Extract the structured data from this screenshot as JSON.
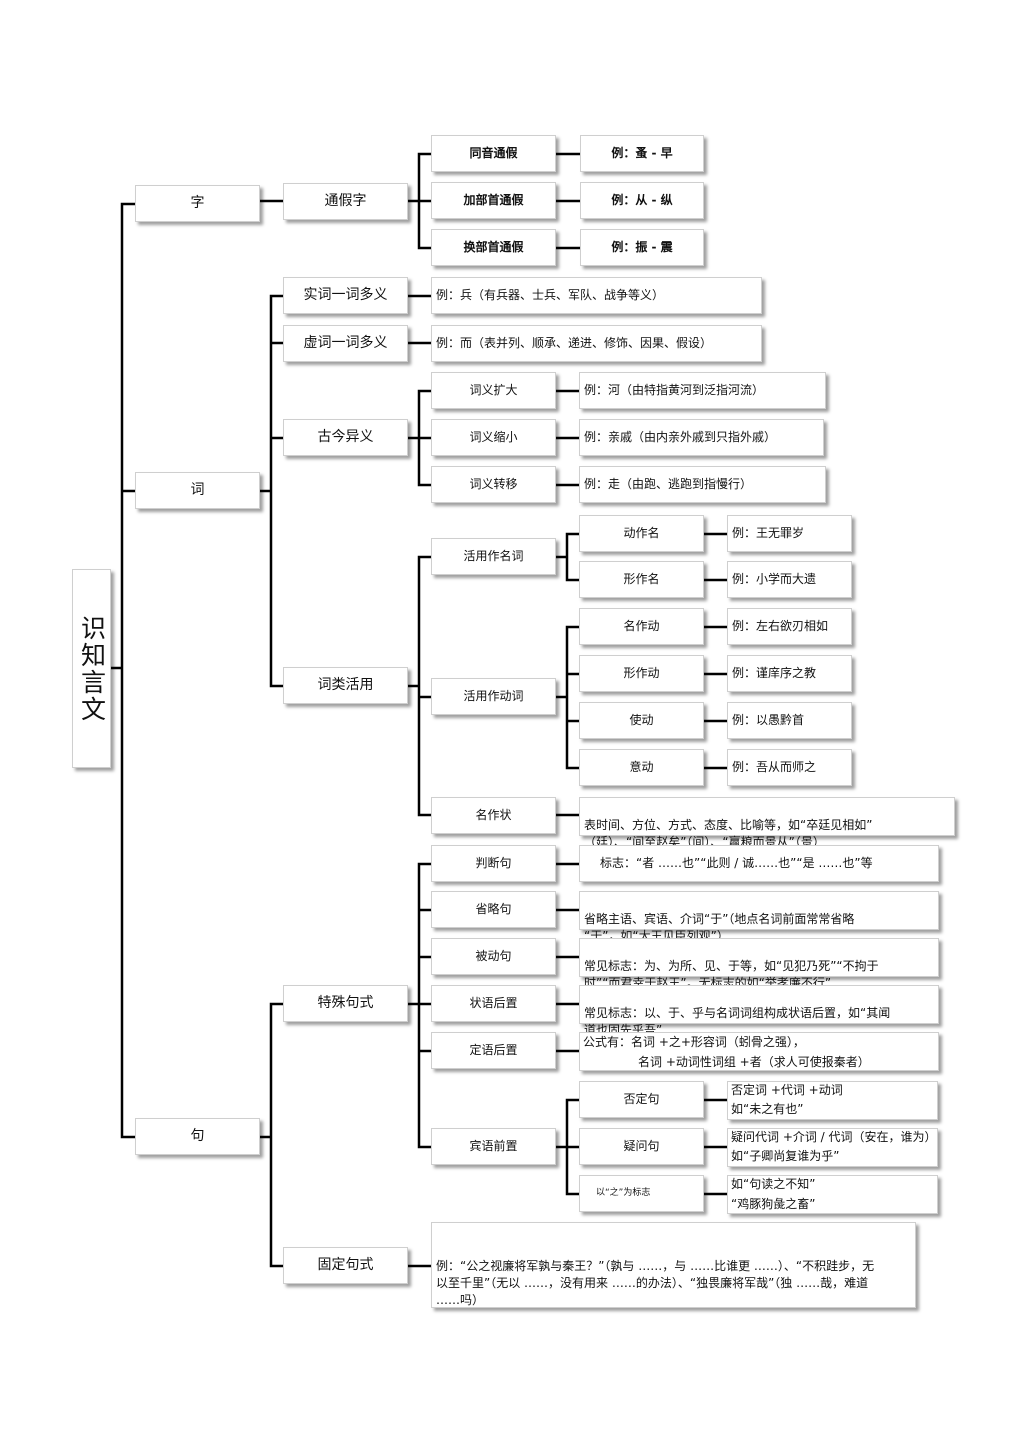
{
  "root": {
    "label": "识知言文"
  },
  "zi": {
    "label": "字",
    "tongjia": {
      "label": "通假字",
      "items": [
        {
          "label": "同音通假",
          "example": "例：蚤 - 早"
        },
        {
          "label": "加部首通假",
          "example": "例：从 - 纵"
        },
        {
          "label": "换部首通假",
          "example": "例：振 - 震"
        }
      ]
    }
  },
  "ci": {
    "label": "词",
    "shici": {
      "label": "实词一词多义",
      "example": "例：兵（有兵器、士兵、军队、战争等义）"
    },
    "xuci": {
      "label": "虚词一词多义",
      "example": "例：而（表并列、顺承、递进、修饰、因果、假设）"
    },
    "gujin": {
      "label": "古今异义",
      "items": [
        {
          "label": "词义扩大",
          "example": "例：河（由特指黄河到泛指河流）"
        },
        {
          "label": "词义缩小",
          "example": "例：亲戚（由内亲外戚到只指外戚）"
        },
        {
          "label": "词义转移",
          "example": "例：走（由跑、逃跑到指慢行）"
        }
      ]
    },
    "huoyong": {
      "label": "词类活用",
      "mingci": {
        "label": "活用作名词",
        "items": [
          {
            "label": "动作名",
            "example": "例：王无罪岁"
          },
          {
            "label": "形作名",
            "example": "例：小学而大遗"
          }
        ]
      },
      "dongci": {
        "label": "活用作动词",
        "items": [
          {
            "label": "名作动",
            "example": "例：左右欲刃相如"
          },
          {
            "label": "形作动",
            "example": "例：谨庠序之教"
          },
          {
            "label": "使动",
            "example": "例：以愚黔首"
          },
          {
            "label": "意动",
            "example": "例：吾从而师之"
          }
        ]
      },
      "zhuang": {
        "label": "名作状",
        "example": "表时间、方位、方式、态度、比喻等，如“卒廷见相如”\n（廷）、“间至赵矣”（间）、“赢粮而景从”（景）"
      }
    }
  },
  "ju": {
    "label": "句",
    "teshu": {
      "label": "特殊句式",
      "items": [
        {
          "label": "判断句",
          "desc": "标志：“者 ……也”“此则 / 诚……也”“是 ……也”等"
        },
        {
          "label": "省略句",
          "desc": "省略主语、宾语、介词“于”（地点名词前面常常省略\n“于”，如“大王见臣列观”）"
        },
        {
          "label": "被动句",
          "desc": "常见标志：为、为所、见、于等，如“见犯乃死”“不拘于\n时”“而君幸于赵王”。无标志的如“举孝廉不行”"
        },
        {
          "label": "状语后置",
          "desc": "常见标志：以、于、乎与名词词组构成状语后置，如“其闻\n道也固先乎吾”"
        },
        {
          "label": "定语后置",
          "desc_line1": "公式有：名词 +之+形容词（蚓骨之强），",
          "desc_line2": "名词 +动词性词组 +者（求人可使报秦者）"
        }
      ],
      "binyu": {
        "label": "宾语前置",
        "items": [
          {
            "label": "否定句",
            "line1": "否定词 +代词 +动词",
            "line2": "如“未之有也”"
          },
          {
            "label": "疑问句",
            "line1": "疑问代词 +介词 / 代词（安在，谁为）",
            "line2": "如“子卿尚复谁为乎”"
          },
          {
            "label": "以“之”为标志",
            "line1": "如“句读之不知”",
            "line2": "“鸡豚狗彘之畜”"
          }
        ]
      }
    },
    "guding": {
      "label": "固定句式",
      "example": "例：“公之视廉将军孰与秦王？”（孰与 ……，与 ……比谁更 ……）、“不积跬步，无\n以至千里”（无以 ……，没有用来 ……的办法）、“独畏廉将军哉”（独 ……哉，难道\n……吗）"
    }
  }
}
